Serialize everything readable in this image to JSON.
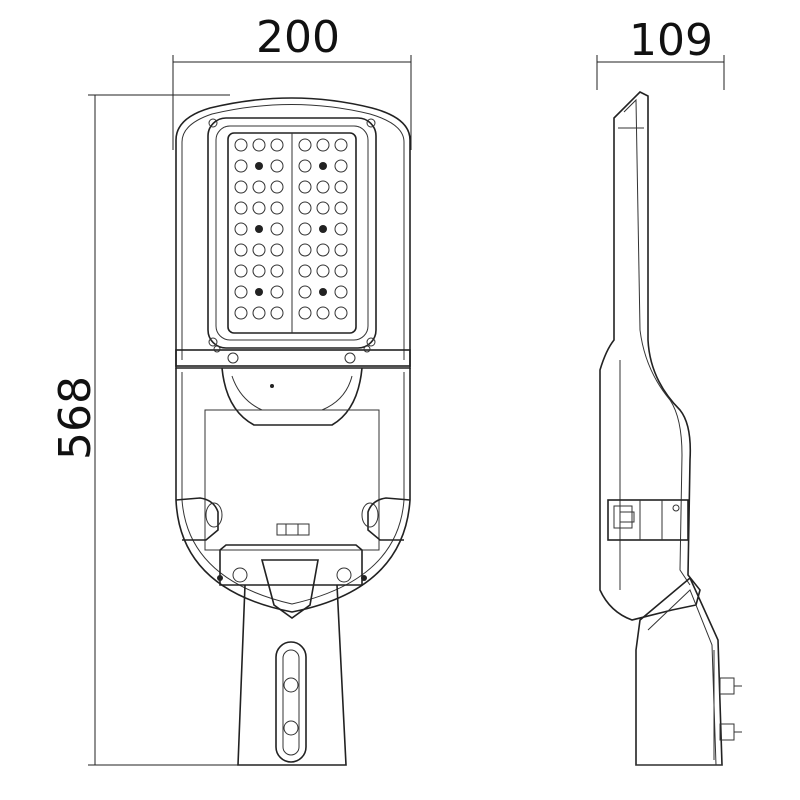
{
  "dimensions": {
    "width": "200",
    "depth": "109",
    "height": "568"
  },
  "colors": {
    "line": "#222222",
    "background": "#ffffff"
  }
}
